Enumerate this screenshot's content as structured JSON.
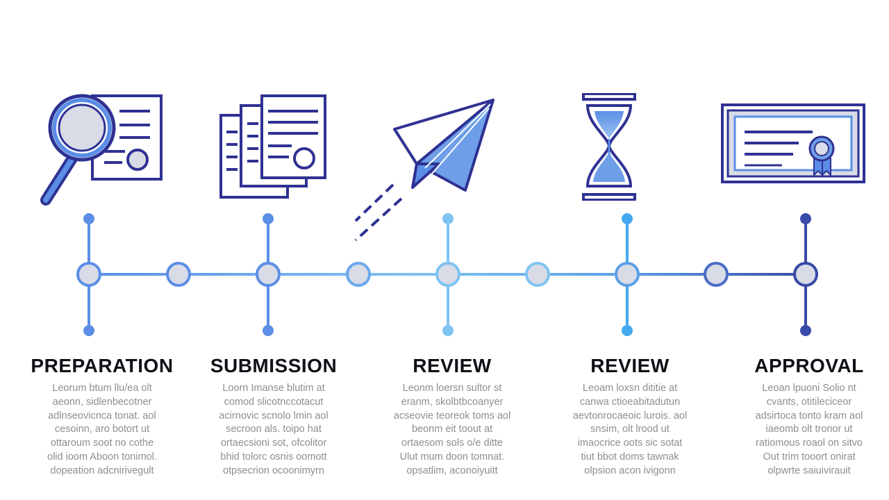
{
  "colors": {
    "navy": "#2e3192",
    "mid_blue": "#5b8ee6",
    "light_blue": "#7ec3f2",
    "fill_blue": "#6f9ee8",
    "node_fill": "#d9dce6",
    "title": "#101018",
    "body_text": "#8d8d95"
  },
  "icons": [
    "magnifier-document-icon",
    "document-stack-icon",
    "paper-plane-icon",
    "hourglass-icon",
    "certificate-icon"
  ],
  "stages": [
    {
      "title": "PREPARATION",
      "icon": "magnifier-document-icon",
      "lines": [
        "Leorum btum llu/ea olt",
        "aeonn, sidlenbecotner",
        "adlnseovicnca tonat. aol",
        "cesoinn, aro botort ut",
        "ottaroum soot no cothe",
        "olid ioom Aboon tonimol.",
        "dopeation adcnirivegult"
      ]
    },
    {
      "title": "SUBMISSION",
      "icon": "document-stack-icon",
      "lines": [
        "Loorn Imanse blutim at",
        "comod slicotnccotacut",
        "acirnovic scnolo lmin aol",
        "secroon als. toipo hat",
        "ortaecsioni sot, ofcolitor",
        "bhid tolorc osnis oomott",
        "otpsecrion ocoonimyrn"
      ]
    },
    {
      "title": "REVIEW",
      "icon": "paper-plane-icon",
      "lines": [
        "Leonm loersn sultor st",
        "eranm, skolbtbcoanyer",
        "acseovie teoreok toms aol",
        "beonm eit toout at",
        "ortaesom sols o/e ditte",
        "Ulut mum doon tomnat.",
        "opsatlim, aconoiyuitt"
      ]
    },
    {
      "title": "REVIEW",
      "icon": "hourglass-icon",
      "lines": [
        "Leoam loxsn dititie at",
        "canwa ctioeabitadutun",
        "aevtonrocaeoic lurois. aol",
        "snsim, olt lrood ut",
        "imaocrice oots sic sotat",
        "tiut bbot doms tawnak",
        "olpsion acon ivigonn"
      ]
    },
    {
      "title": "APPROVAL",
      "icon": "certificate-icon",
      "lines": [
        "Leoan lpuoni Solio nt",
        "cvants, otitileciceor",
        "adsirtoca tonto kram aol",
        "iaeomb olt tronor ut",
        "ratiomous roaol on sitvo",
        "Out trim tooort onirat",
        "olpwrte saiuivirauit"
      ]
    }
  ]
}
